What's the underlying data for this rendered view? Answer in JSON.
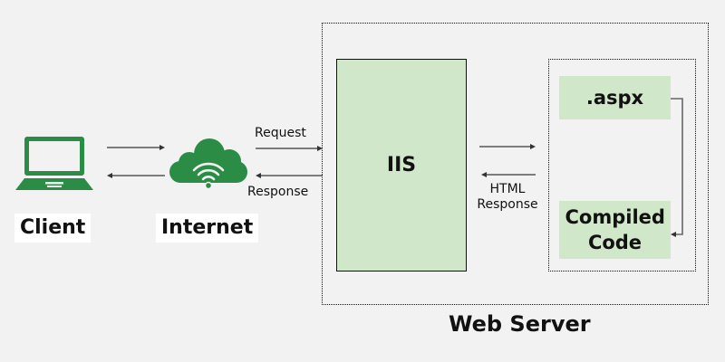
{
  "title": "ASP.NET request processing",
  "nodes": {
    "client": {
      "label": "Client",
      "icon": "laptop-icon"
    },
    "internet": {
      "label": "Internet",
      "icon": "cloud-wifi-icon"
    },
    "iis": {
      "label": "IIS"
    },
    "aspx": {
      "label": ".aspx"
    },
    "compiled_code": {
      "label": "Compiled Code"
    },
    "web_server": {
      "label": "Web Server"
    }
  },
  "edges": {
    "request_label": "Request",
    "response_label": "Response",
    "html_response_label_line1": "HTML",
    "html_response_label_line2": "Response"
  },
  "colors": {
    "icon_green": "#2a8c45",
    "box_green": "#d1e7c9",
    "background": "#f2f2f2",
    "arrow": "#555555"
  }
}
